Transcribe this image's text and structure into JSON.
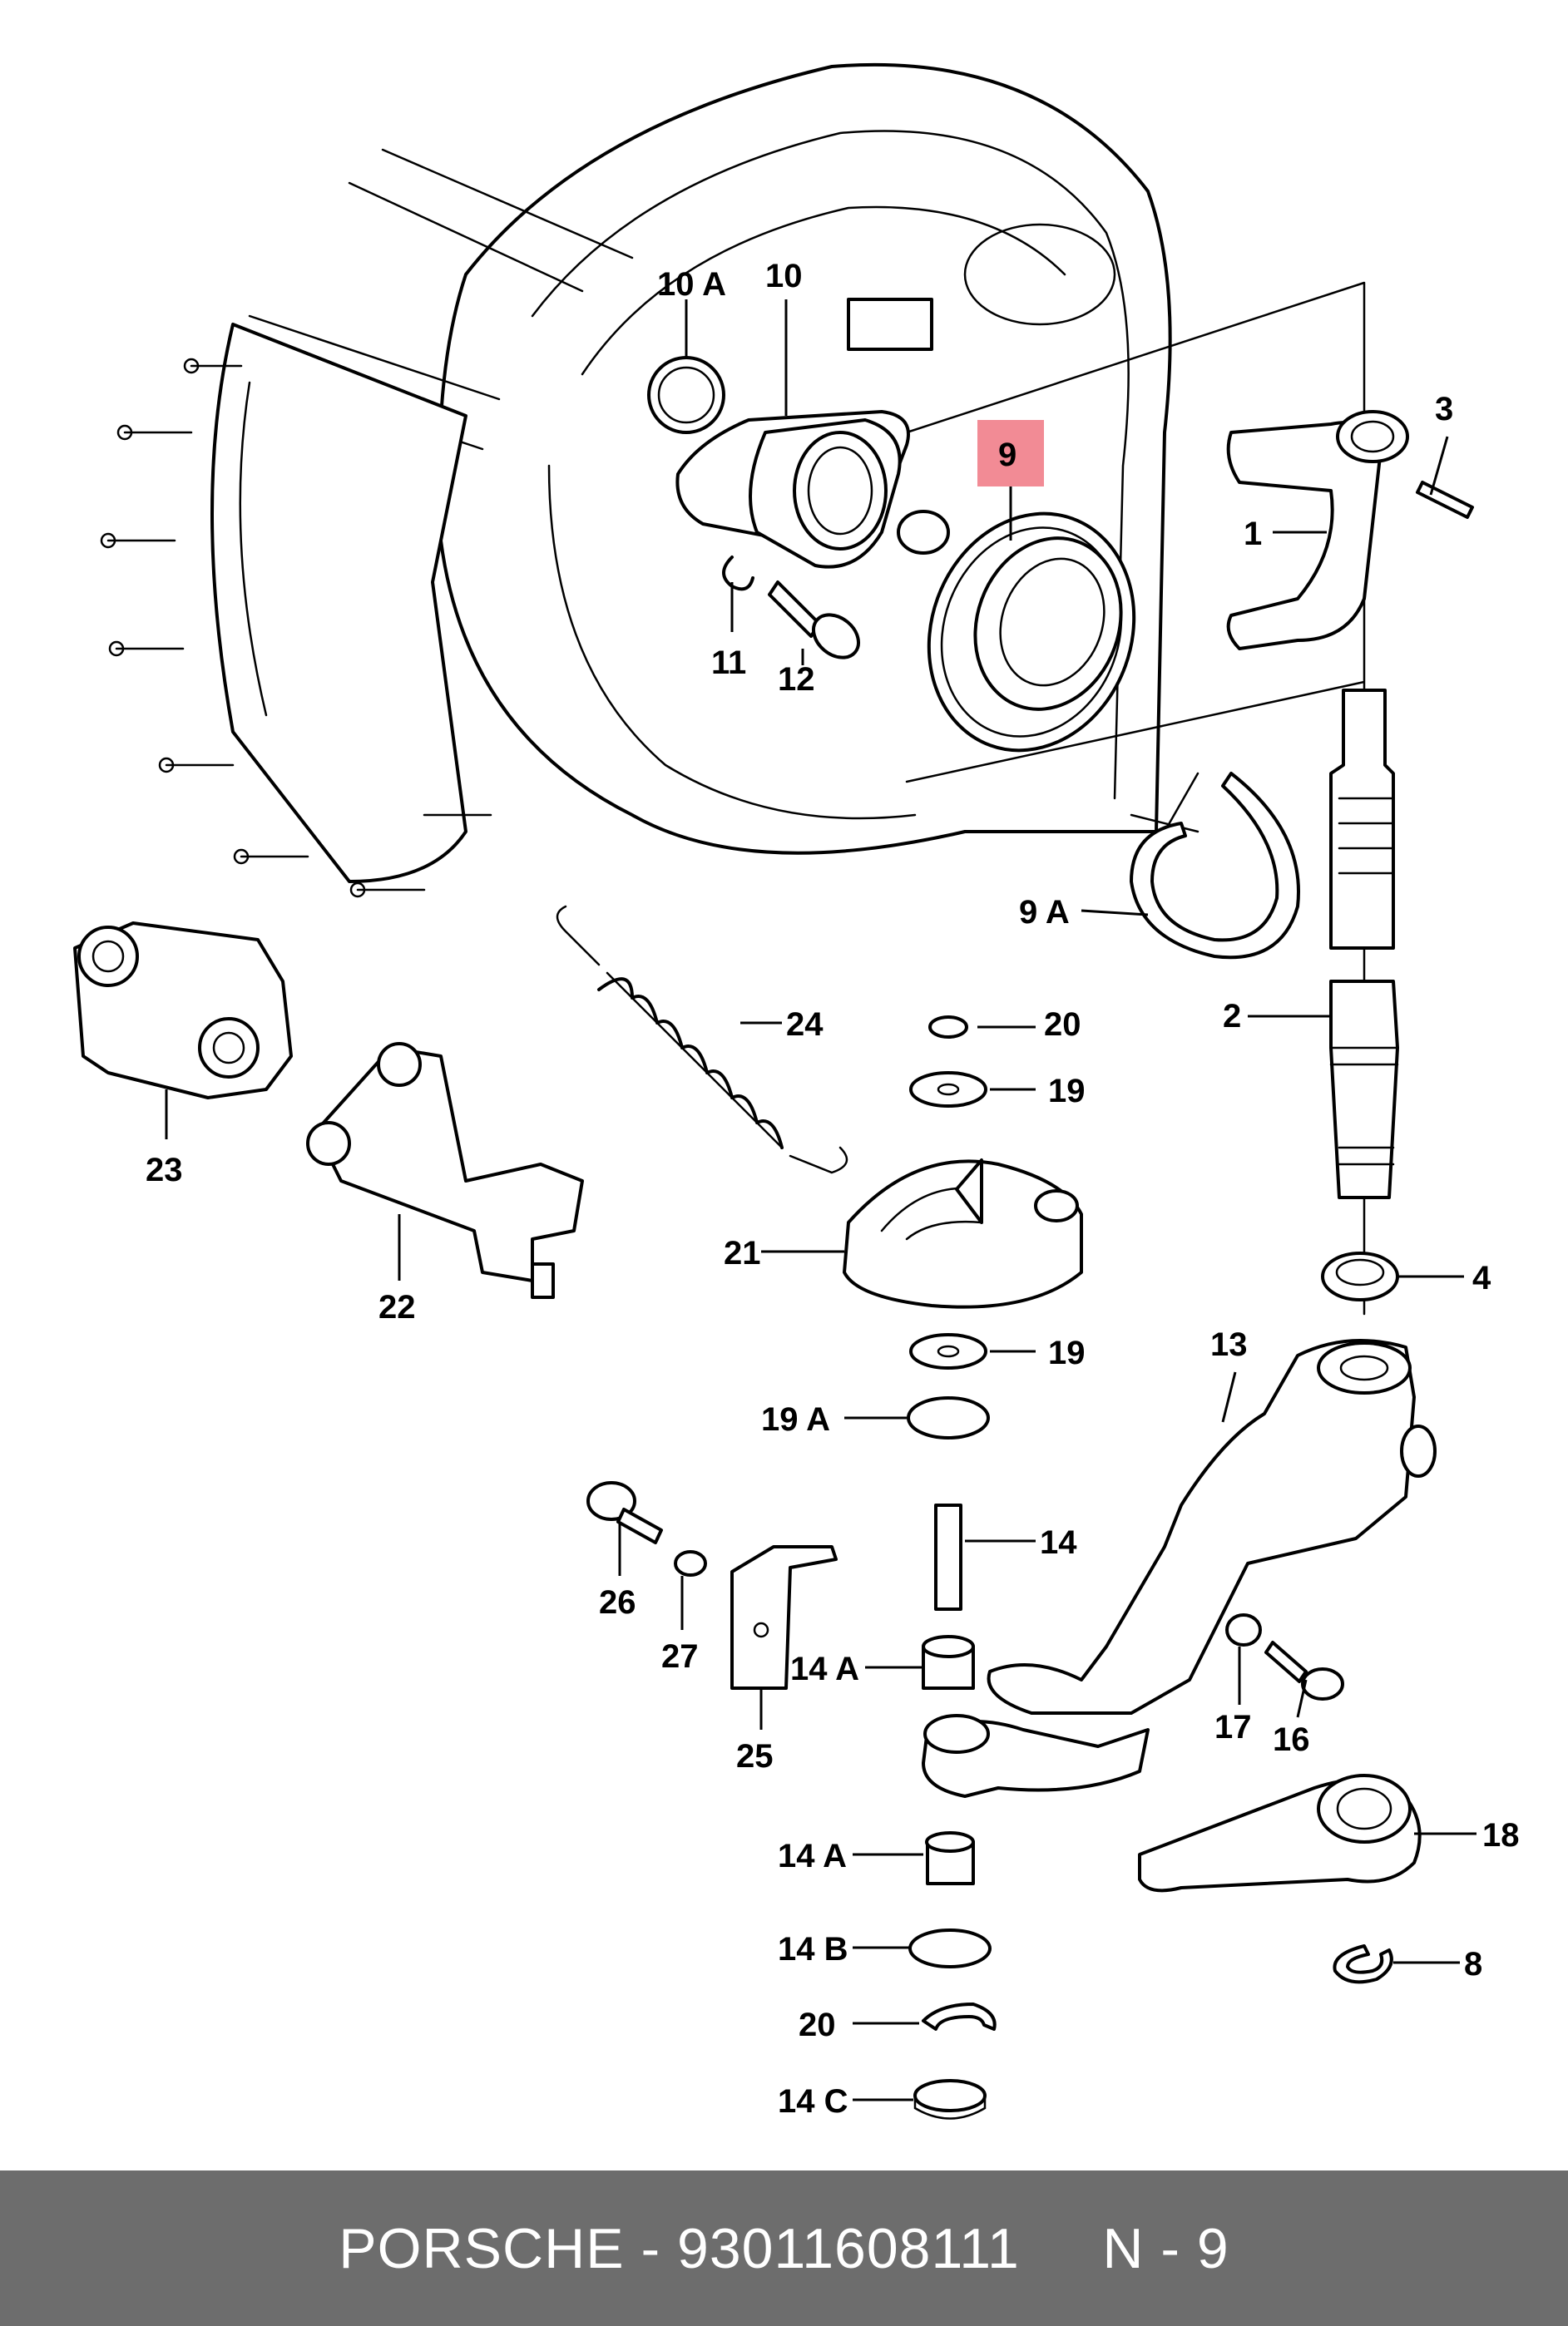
{
  "diagram": {
    "callouts": {
      "c10A": "10 A",
      "c10": "10",
      "c9": "9",
      "c3": "3",
      "c1": "1",
      "c11": "11",
      "c12": "12",
      "c9A": "9 A",
      "c2": "2",
      "c24": "24",
      "c20a": "20",
      "c19a": "19",
      "c23": "23",
      "c22": "22",
      "c21": "21",
      "c4": "4",
      "c19b": "19",
      "c13": "13",
      "c19A": "19 A",
      "c14": "14",
      "c26": "26",
      "c27": "27",
      "c14Aa": "14 A",
      "c25": "25",
      "c17": "17",
      "c16": "16",
      "c18": "18",
      "c14Ab": "14 A",
      "c14B": "14 B",
      "c8": "8",
      "c20b": "20",
      "c14C": "14 C"
    },
    "highlighted_callout": "9",
    "highlight_color": "#f28b95"
  },
  "footer": {
    "brand": "PORSCHE",
    "separator": " - ",
    "part_number": "93011608111",
    "gap": "     ",
    "reference": "N - 9",
    "background": "#6d6d6d"
  }
}
